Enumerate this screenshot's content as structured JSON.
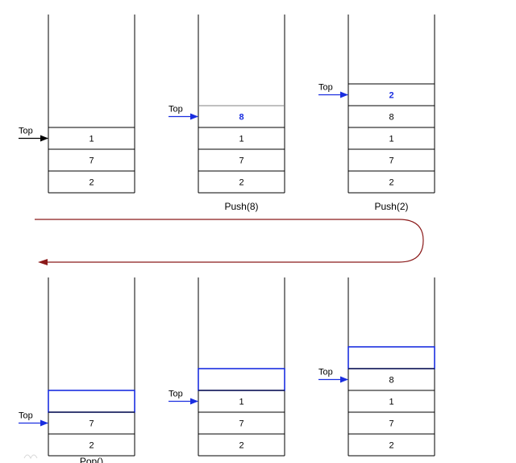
{
  "colors": {
    "stroke": "#000000",
    "highlight": "#1a2ee0",
    "flow_arrow": "#8b1a1a",
    "divider_gray": "#808080"
  },
  "stacks": [
    {
      "cells": [
        {
          "value": "1",
          "highlight": false
        },
        {
          "value": "7",
          "highlight": false
        },
        {
          "value": "2",
          "highlight": false
        }
      ],
      "top_label": "Top",
      "top_arrow_color": "black",
      "caption": ""
    },
    {
      "cells": [
        {
          "value": "8",
          "highlight": true
        },
        {
          "value": "1",
          "highlight": false
        },
        {
          "value": "7",
          "highlight": false
        },
        {
          "value": "2",
          "highlight": false
        }
      ],
      "top_label": "Top",
      "top_arrow_color": "blue",
      "caption": "Push(8)"
    },
    {
      "cells": [
        {
          "value": "2",
          "highlight": true
        },
        {
          "value": "8",
          "highlight": false
        },
        {
          "value": "1",
          "highlight": false
        },
        {
          "value": "7",
          "highlight": false
        },
        {
          "value": "2",
          "highlight": false
        }
      ],
      "top_label": "Top",
      "top_arrow_color": "blue",
      "caption": "Push(2)"
    },
    {
      "cells": [
        {
          "value": "",
          "highlight": false,
          "removed": true
        },
        {
          "value": "7",
          "highlight": false
        },
        {
          "value": "2",
          "highlight": false
        }
      ],
      "top_label": "Top",
      "top_arrow_color": "blue",
      "caption": "Pop()"
    },
    {
      "cells": [
        {
          "value": "",
          "highlight": false,
          "removed": true
        },
        {
          "value": "1",
          "highlight": false
        },
        {
          "value": "7",
          "highlight": false
        },
        {
          "value": "2",
          "highlight": false
        }
      ],
      "top_label": "Top",
      "top_arrow_color": "blue",
      "caption": ""
    },
    {
      "cells": [
        {
          "value": "",
          "highlight": false,
          "removed": true
        },
        {
          "value": "8",
          "highlight": false
        },
        {
          "value": "1",
          "highlight": false
        },
        {
          "value": "7",
          "highlight": false
        },
        {
          "value": "2",
          "highlight": false
        }
      ],
      "top_label": "Top",
      "top_arrow_color": "blue",
      "caption": ""
    }
  ]
}
